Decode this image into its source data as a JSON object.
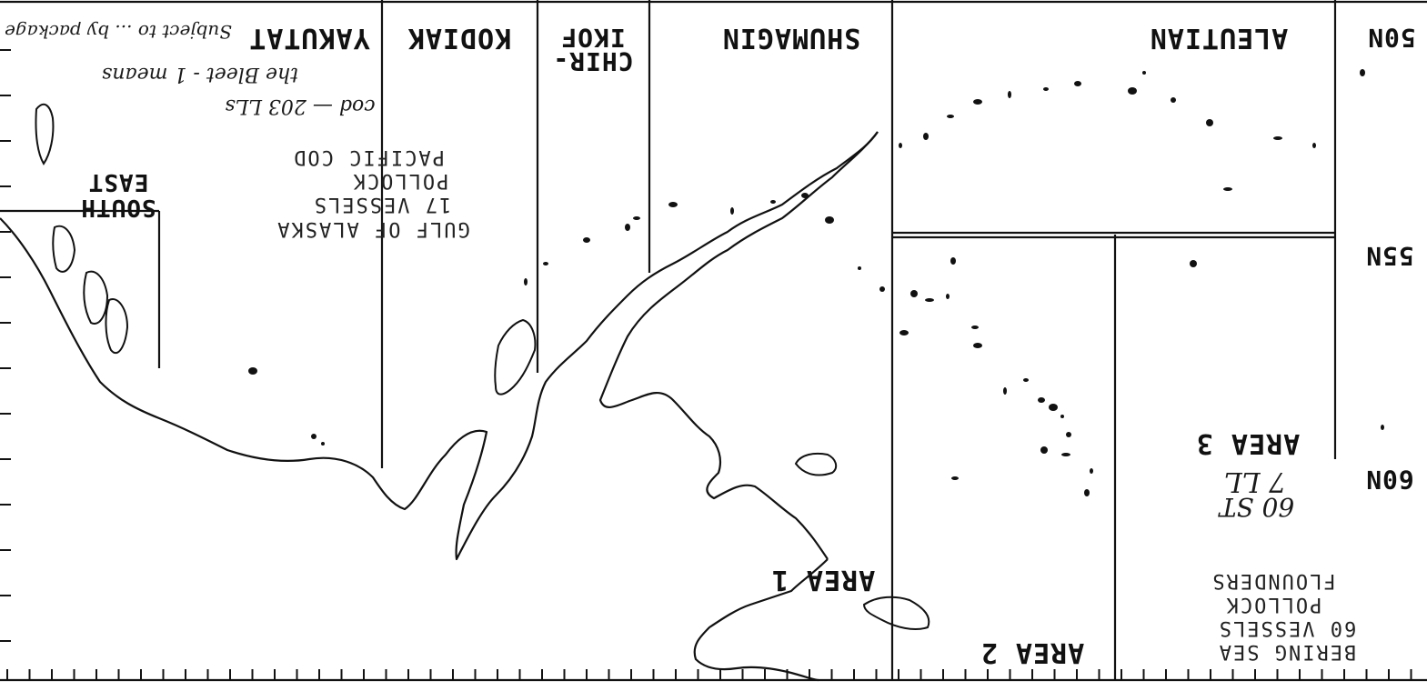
{
  "map": {
    "orientation": "rotated 180 degrees (upside-down scan)",
    "regions": {
      "aleutian": "ALEUTIAN",
      "shumagin": "SHUMAGIN",
      "chirikof_1": "CHIR-",
      "chirikof_2": "IKOF",
      "kodiak": "KODIAK",
      "yakutat": "YAKUTAT",
      "southeast_1": "SOUTH",
      "southeast_2": "EAST"
    },
    "areas": {
      "area_1": "AREA 1",
      "area_2": "AREA 2",
      "area_3": "AREA 3"
    },
    "gulf_box": {
      "line1": "GULF OF ALASKA",
      "line2": "17 VESSELS",
      "line3": "POLLOCK",
      "line4": "PACIFIC COD"
    },
    "bering_box": {
      "line1": "BERING SEA",
      "line2": "60 VESSELS",
      "line3": "POLLOCK",
      "line4": "FLOUNDERS"
    },
    "latitudes": {
      "lat_50": "50N",
      "lat_55": "55N",
      "lat_60": "60N"
    },
    "handwritten": {
      "note_1": "60 ST",
      "note_2": "7 LL",
      "note_3": "the Bleet - 1 means",
      "note_4": "cod — 203 LLs",
      "note_5": "Subject to ... by package"
    },
    "colors": {
      "ink": "#111111",
      "paper": "#ffffff"
    }
  }
}
